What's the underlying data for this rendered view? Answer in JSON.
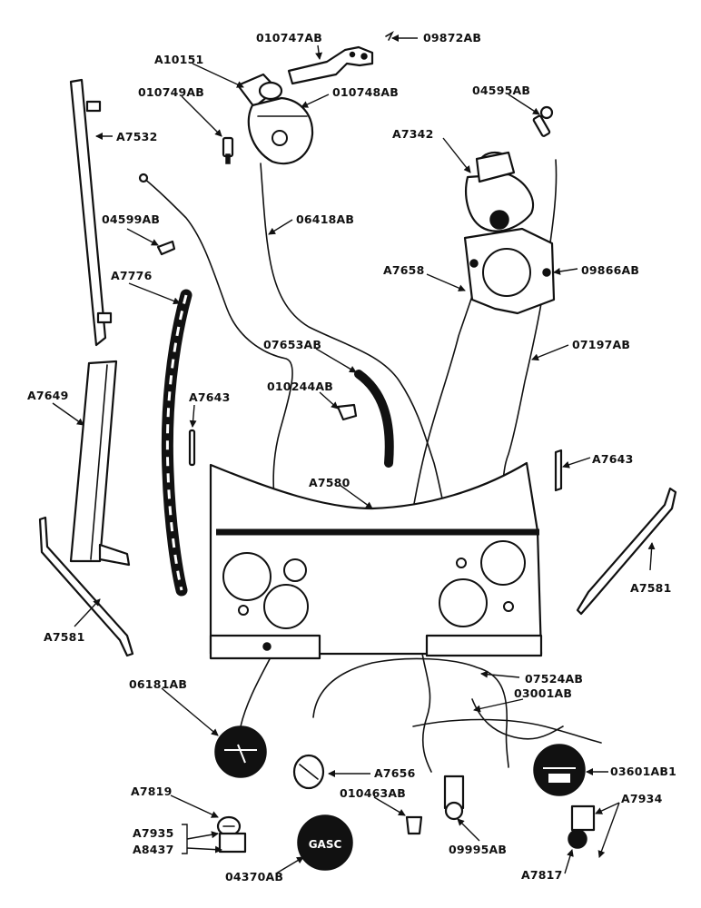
{
  "labels": {
    "p010747AB": "010747AB",
    "p09872AB": "09872AB",
    "pA10151": "A10151",
    "p010749AB": "010749AB",
    "p010748AB": "010748AB",
    "p04595AB": "04595AB",
    "pA7532": "A7532",
    "pA7342": "A7342",
    "p04599AB": "04599AB",
    "p06418AB": "06418AB",
    "pA7658": "A7658",
    "p09866AB": "09866AB",
    "pA7776": "A7776",
    "p07653AB": "07653AB",
    "p07197AB": "07197AB",
    "pA7649": "A7649",
    "p010244AB": "010244AB",
    "pA7643_left": "A7643",
    "pA7643_right": "A7643",
    "pA7580": "A7580",
    "pA7581_right": "A7581",
    "pA7581_left": "A7581",
    "p06181AB": "06181AB",
    "p07524AB": "07524AB",
    "p03001AB": "03001AB",
    "pA7656": "A7656",
    "p03601AB1": "03601AB1",
    "pA7819": "A7819",
    "p010463AB": "010463AB",
    "pA7934": "A7934",
    "pA7935": "A7935",
    "pA8437": "A8437",
    "p09995AB": "09995AB",
    "pA7817": "A7817",
    "p04370AB": "04370AB"
  },
  "gauge_text": {
    "oil_gauge": "GASC"
  },
  "colors": {
    "ink": "#111111",
    "paper": "#ffffff"
  }
}
